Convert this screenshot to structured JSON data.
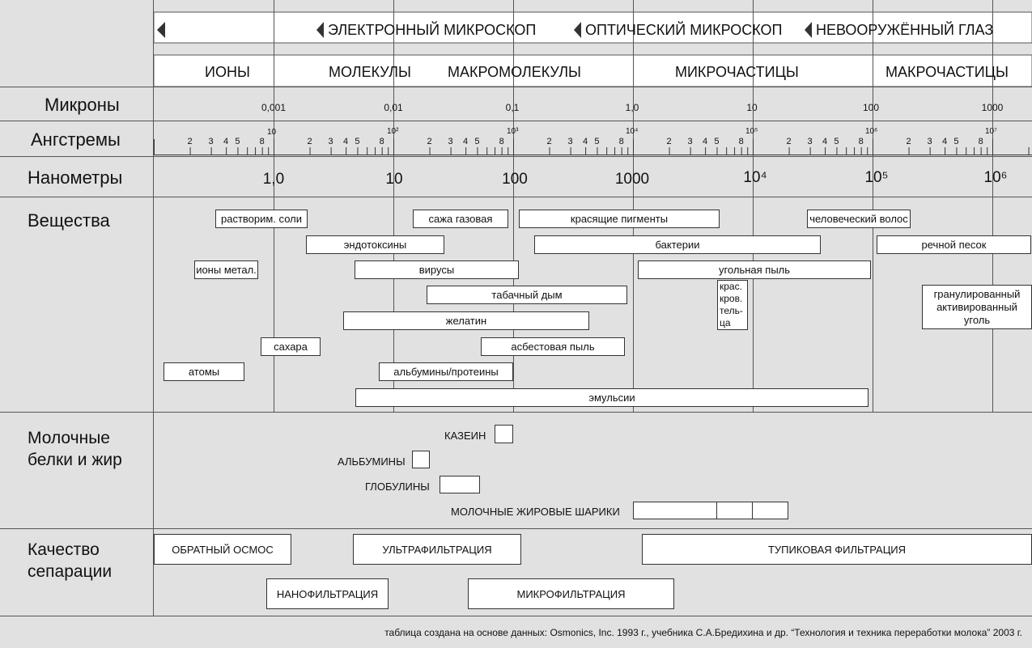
{
  "vision": [
    "ЭЛЕКТРОННЫЙ МИКРОСКОП",
    "ОПТИЧЕСКИЙ МИКРОСКОП",
    "НЕВООРУЖЁННЫЙ ГЛАЗ"
  ],
  "categories": [
    "ИОНЫ",
    "МОЛЕКУЛЫ",
    "МАКРОМОЛЕКУЛЫ",
    "МИКРОЧАСТИЦЫ",
    "МАКРОЧАСТИЦЫ"
  ],
  "rows": {
    "microns": "Микроны",
    "angstroms": "Ангстремы",
    "nanometers": "Нанометры",
    "substances": "Вещества",
    "milk": "Молочные белки и жир",
    "quality": "Качество сепарации"
  },
  "microns_ticks": [
    "0,001",
    "0,01",
    "0,1",
    "1,0",
    "10",
    "100",
    "1000"
  ],
  "angstrom_decades": [
    "10",
    "10²",
    "10³",
    "10⁴",
    "10⁵",
    "10⁶",
    "10⁷"
  ],
  "angstrom_minor": [
    "2",
    "3",
    "4",
    "5",
    "8"
  ],
  "nanometer_ticks": [
    "1,0",
    "10",
    "100",
    "1000",
    "10⁴",
    "10⁵",
    "10⁶"
  ],
  "substances": [
    "растворим. соли",
    "сажа газовая",
    "красящие пигменты",
    "человеческий волос",
    "эндотоксины",
    "бактерии",
    "речной песок",
    "ионы метал.",
    "вирусы",
    "угольная пыль",
    "табачный дым",
    "крас. кров. тель- ца",
    "гранулированный активированный уголь",
    "желатин",
    "сахара",
    "асбестовая пыль",
    "атомы",
    "альбумины/протеины",
    "эмульсии"
  ],
  "milk_items": [
    "КАЗЕИН",
    "АЛЬБУМИНЫ",
    "ГЛОБУЛИНЫ",
    "МОЛОЧНЫЕ ЖИРОВЫЕ ШАРИКИ"
  ],
  "separation": [
    "ОБРАТНЫЙ ОСМОС",
    "УЛЬТРАФИЛЬТРАЦИЯ",
    "ТУПИКОВАЯ ФИЛЬТРАЦИЯ",
    "НАНОФИЛЬТРАЦИЯ",
    "МИКРОФИЛЬТРАЦИЯ"
  ],
  "source_note": "таблица создана на основе данных: Osmonics, Inc. 1993 г., учебника С.А.Бредихина и др. “Технология и техника переработки молока” 2003 г."
}
